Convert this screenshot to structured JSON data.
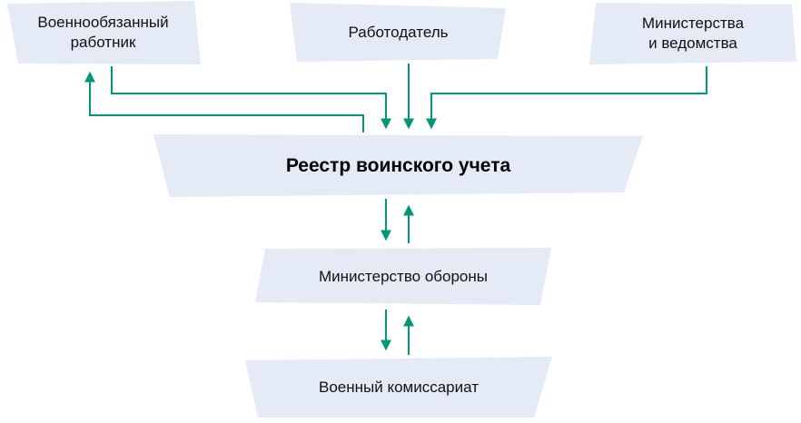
{
  "nodes": [
    {
      "id": "worker",
      "line1": "Военнообязанный",
      "line2": "работник"
    },
    {
      "id": "employer",
      "line1": "Работодатель",
      "line2": ""
    },
    {
      "id": "ministries",
      "line1": "Министерства",
      "line2": "и ведомства"
    },
    {
      "id": "registry",
      "line1": "Реестр воинского учета",
      "line2": ""
    },
    {
      "id": "defense",
      "line1": "Министерство обороны",
      "line2": ""
    },
    {
      "id": "commissariat",
      "line1": "Военный комиссариат",
      "line2": ""
    }
  ],
  "edges": [
    {
      "from": "registry",
      "to": "worker"
    },
    {
      "from": "worker",
      "to": "registry"
    },
    {
      "from": "employer",
      "to": "registry"
    },
    {
      "from": "ministries",
      "to": "registry"
    },
    {
      "from": "registry",
      "to": "defense"
    },
    {
      "from": "defense",
      "to": "registry"
    },
    {
      "from": "defense",
      "to": "commissariat"
    },
    {
      "from": "commissariat",
      "to": "defense"
    }
  ],
  "colors": {
    "box-fill": "#e4ebf6",
    "arrow": "#009878",
    "text": "#111111",
    "background": "#ffffff"
  }
}
